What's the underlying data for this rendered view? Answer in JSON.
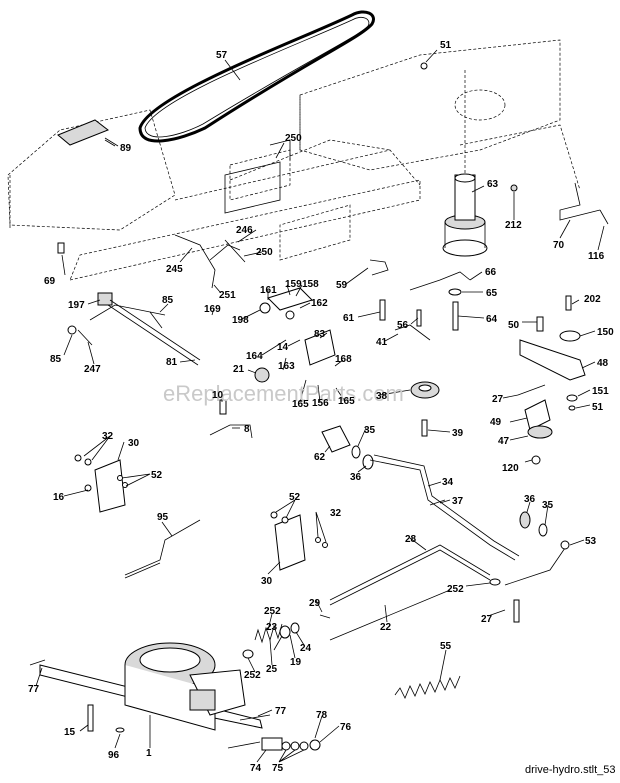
{
  "labels": {
    "l57": "57",
    "l51a": "51",
    "l89": "89",
    "l250a": "250",
    "l63": "63",
    "l212": "212",
    "l70": "70",
    "l116": "116",
    "l246": "246",
    "l250b": "250",
    "l245": "245",
    "l69": "69",
    "l251": "251",
    "l59": "59",
    "l66": "66",
    "l65": "65",
    "l197": "197",
    "l85a": "85",
    "l161": "161",
    "l159": "159",
    "l158": "158",
    "l162": "162",
    "l202": "202",
    "l169": "169",
    "l198": "198",
    "l61": "61",
    "l56": "56",
    "l64": "64",
    "l50": "50",
    "l150": "150",
    "l83": "83",
    "l14": "14",
    "l41": "41",
    "l85b": "85",
    "l247": "247",
    "l81": "81",
    "l164": "164",
    "l163": "163",
    "l48": "48",
    "l168": "168",
    "l21": "21",
    "l38": "38",
    "l165a": "165",
    "l156": "156",
    "l165b": "165",
    "l27a": "27",
    "l151": "151",
    "l51b": "51",
    "l10": "10",
    "l49": "49",
    "l8": "8",
    "l35a": "35",
    "l39": "39",
    "l47": "47",
    "l32a": "32",
    "l30a": "30",
    "l62": "62",
    "l36a": "36",
    "l120": "120",
    "l52a": "52",
    "l34": "34",
    "l16": "16",
    "l37": "37",
    "l52b": "52",
    "l32b": "32",
    "l95": "95",
    "l36b": "36",
    "l35b": "35",
    "l28": "28",
    "l53": "53",
    "l30b": "30",
    "l252a": "252",
    "l29": "29",
    "l27b": "27",
    "l22": "22",
    "l252b": "252",
    "l24": "24",
    "l23": "23",
    "l25": "25",
    "l19": "19",
    "l55": "55",
    "l252c": "252",
    "l77a": "77",
    "l77b": "77",
    "l15": "15",
    "l96": "96",
    "l1": "1",
    "l78": "78",
    "l76": "76",
    "l74": "74",
    "l75": "75"
  },
  "watermark": "eReplacementParts.com",
  "footer": "drive-hydro.stlt_53"
}
